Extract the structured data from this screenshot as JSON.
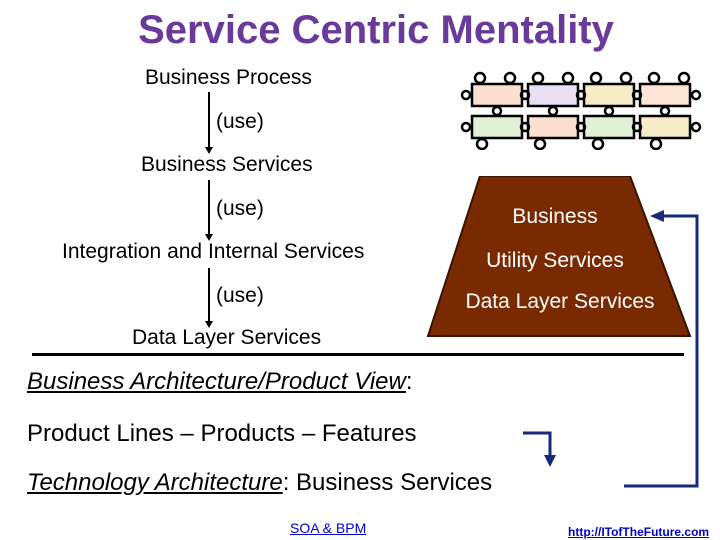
{
  "title": "Service Centric Mentality",
  "flow": {
    "business_process": "Business Process",
    "use_1": "(use)",
    "business_services": "Business Services",
    "use_2": "(use)",
    "integration": "Integration and Internal Services",
    "use_3": "(use)",
    "data_layer": "Data Layer Services"
  },
  "pyramid": {
    "business": "Business",
    "utility": "Utility Services",
    "data_layer": "Data Layer Services",
    "fill_color": "#7a2a00"
  },
  "architecture": {
    "business_arch": "Business Architecture/Product View",
    "colon": ":",
    "product_lines": "Product Lines – Products – Features",
    "tech_arch": "Technology Architecture",
    "tech_rest": ": Business Services"
  },
  "footer": {
    "left_link": "SOA & BPM",
    "right_link": "http://ITofTheFuture.com"
  },
  "puzzle_colors": [
    "#f4a582",
    "#c7b9e8",
    "#f5e7a3",
    "#c8e6b0",
    "#ffffff"
  ]
}
